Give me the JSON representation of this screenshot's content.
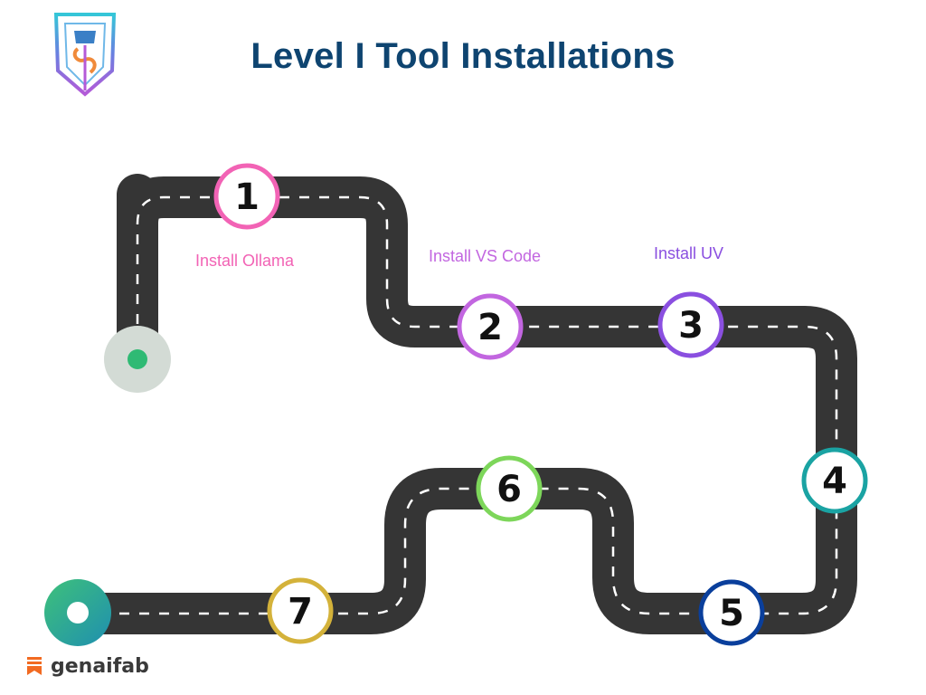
{
  "header": {
    "title": "Level I Tool Installations"
  },
  "steps": [
    {
      "number": "1",
      "label": "Install Ollama",
      "color": "#f263b5"
    },
    {
      "number": "2",
      "label": "Install VS Code",
      "color": "#c266e0"
    },
    {
      "number": "3",
      "label": "Install UV",
      "color": "#8a4fe0"
    },
    {
      "number": "4",
      "label": "",
      "color": "#1aa3a3"
    },
    {
      "number": "5",
      "label": "",
      "color": "#0a3f9c"
    },
    {
      "number": "6",
      "label": "",
      "color": "#7dd65a"
    },
    {
      "number": "7",
      "label": "",
      "color": "#d4b23a"
    }
  ],
  "footer": {
    "brand": "genaifab"
  },
  "colors": {
    "title": "#0e4470",
    "road": "#353535",
    "dash": "#ffffff",
    "start_marker": "#2fba74",
    "end_marker": "#27a59a",
    "brand_icon": "#f26a21"
  }
}
